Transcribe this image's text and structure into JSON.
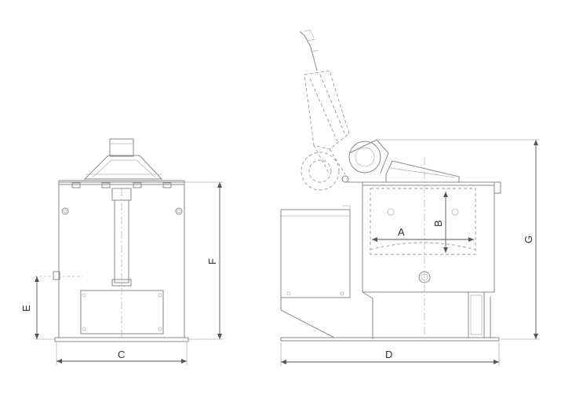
{
  "dimension_labels": {
    "a": "A",
    "b": "B",
    "c": "C",
    "d": "D",
    "e": "E",
    "f": "F",
    "g": "G"
  },
  "colors": {
    "line": "#8a8a8a",
    "dimension": "#555555",
    "background": "#ffffff"
  }
}
